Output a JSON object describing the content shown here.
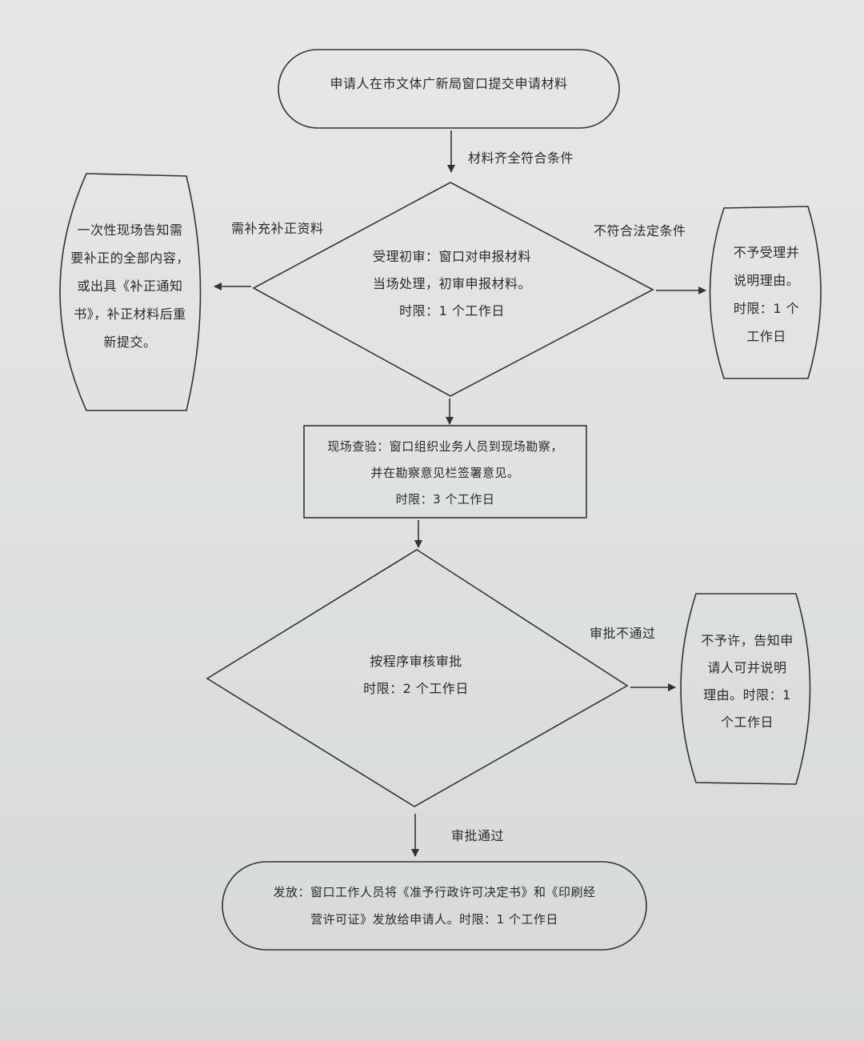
{
  "nodes": {
    "start": {
      "line1": "申请人在市文体广新局窗口提交申请材料"
    },
    "acceptance_review": {
      "line1": "受理初审：窗口对申报材料",
      "line2": "当场处理，初审申报材料。",
      "line3": "时限：1 个工作日"
    },
    "supplement_notice": {
      "line1": "一次性现场告知需",
      "line2": "要补正的全部内容，",
      "line3": "或出具《补正通知",
      "line4": "书》，补正材料后重",
      "line5": "新提交。"
    },
    "reject_acceptance": {
      "line1": "不予受理并",
      "line2": "说明理由。",
      "line3": "时限：1 个",
      "line4": "工作日"
    },
    "site_inspection": {
      "line1": "现场查验：窗口组织业务人员到现场勘察，",
      "line2": "并在勘察意见栏签署意见。",
      "line3": "时限：3 个工作日"
    },
    "approval_review": {
      "line1": "按程序审核审批",
      "line2": "时限：2 个工作日"
    },
    "reject_approval": {
      "line1": "不予许，告知申",
      "line2": "请人可并说明",
      "line3": "理由。时限：1",
      "line4": "个工作日"
    },
    "issue": {
      "line1": "发放：窗口工作人员将《准予行政许可决定书》和《印刷经",
      "line2": "营许可证》发放给申请人。时限：1 个工作日"
    }
  },
  "edges": {
    "materials_complete": "材料齐全符合条件",
    "need_supplement": "需补充补正资料",
    "not_legal": "不符合法定条件",
    "approval_failed": "审批不通过",
    "approval_passed": "审批通过"
  }
}
